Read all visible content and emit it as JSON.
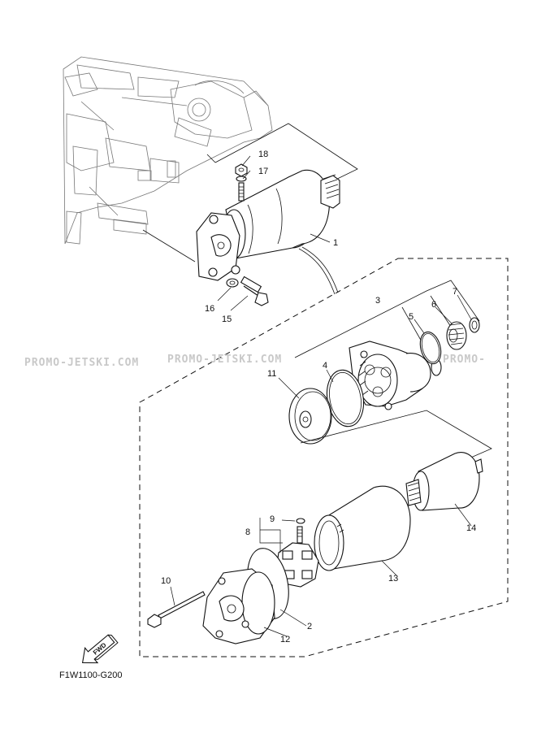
{
  "diagram_code": "F1W1100-G200",
  "fwd_label": "FWD",
  "watermark": [
    "PROMO-JETSKI.COM",
    "PROMO-JETSKI.COM",
    "PROMO-"
  ],
  "callouts": [
    {
      "id": "c1",
      "label": "1"
    },
    {
      "id": "c2",
      "label": "2"
    },
    {
      "id": "c3",
      "label": "3"
    },
    {
      "id": "c4",
      "label": "4"
    },
    {
      "id": "c5",
      "label": "5"
    },
    {
      "id": "c6",
      "label": "6"
    },
    {
      "id": "c7",
      "label": "7"
    },
    {
      "id": "c8",
      "label": "8"
    },
    {
      "id": "c9",
      "label": "9"
    },
    {
      "id": "c10",
      "label": "10"
    },
    {
      "id": "c11",
      "label": "11"
    },
    {
      "id": "c12",
      "label": "12"
    },
    {
      "id": "c13",
      "label": "13"
    },
    {
      "id": "c14",
      "label": "14"
    },
    {
      "id": "c15",
      "label": "15"
    },
    {
      "id": "c16",
      "label": "16"
    },
    {
      "id": "c17",
      "label": "17"
    },
    {
      "id": "c18",
      "label": "18"
    }
  ]
}
